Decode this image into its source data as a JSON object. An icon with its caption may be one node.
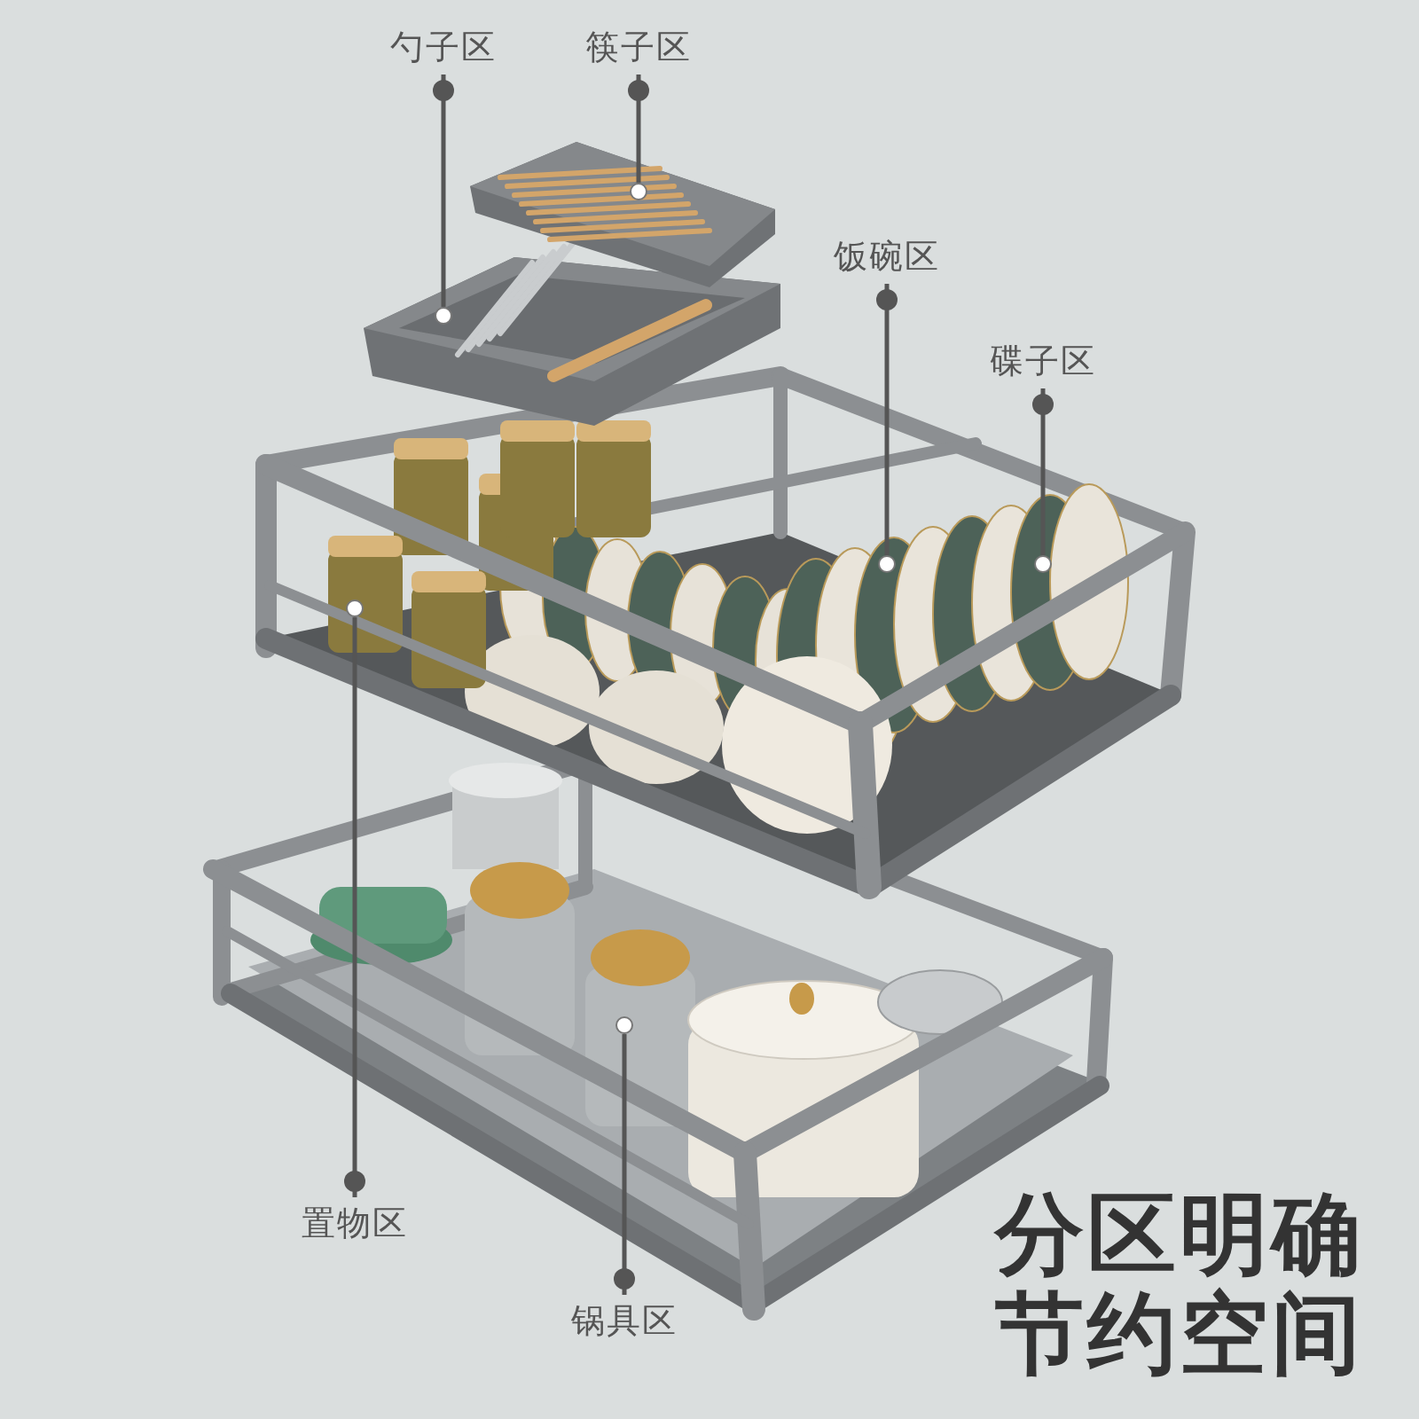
{
  "diagram": {
    "nodes": [
      {
        "text": [
          "勺子区"
        ]
      },
      {
        "text": [
          "筷子区"
        ]
      },
      {
        "text": [
          "饭碗区"
        ]
      },
      {
        "text": [
          "碟子区"
        ]
      },
      {
        "text": [
          "置物区"
        ]
      },
      {
        "text": [
          "锅具区"
        ]
      },
      {
        "text": [],
        "shape": "circle"
      },
      {
        "text": [],
        "shape": "circle"
      },
      {
        "text": [],
        "shape": "circle"
      },
      {
        "text": [],
        "shape": "circle"
      },
      {
        "text": [],
        "shape": "circle"
      },
      {
        "text": [],
        "shape": "circle"
      }
    ],
    "edges": [
      {
        "from": 0,
        "to": 6,
        "arrow": "other"
      },
      {
        "from": 1,
        "to": 7,
        "arrow": "other"
      },
      {
        "from": 2,
        "to": 8,
        "arrow": "other"
      },
      {
        "from": 3,
        "to": 9,
        "arrow": "other"
      },
      {
        "from": 4,
        "to": 10,
        "arrow": "other"
      },
      {
        "from": 5,
        "to": 11,
        "arrow": "other"
      }
    ],
    "labels": [
      "分区明确",
      "节约空间"
    ]
  }
}
